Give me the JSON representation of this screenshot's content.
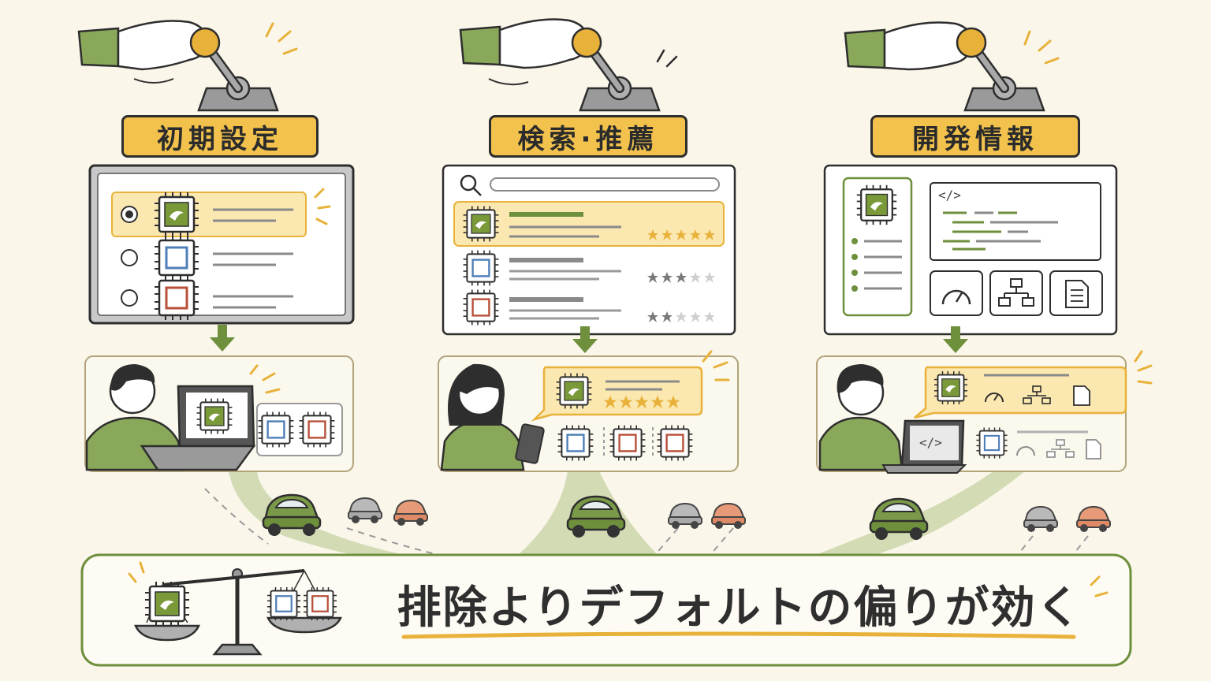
{
  "panels": [
    {
      "label": "初期設定"
    },
    {
      "label": "検索·推薦"
    },
    {
      "label": "開発情報"
    }
  ],
  "headline": "排除よりデフォルトの偏りが効く",
  "code_tags": [
    "</>",
    "</>"
  ],
  "ratings": {
    "search_results": [
      5,
      3,
      2
    ],
    "recommended": 5
  },
  "colors": {
    "background": "#faf6ea",
    "label_fill": "#f2c24d",
    "accent_green": "#6e8f3c",
    "highlight": "#fbe7b0",
    "chip_blue": "#4f7fb8",
    "chip_red": "#b8503a",
    "road": "#c9d5a8"
  }
}
